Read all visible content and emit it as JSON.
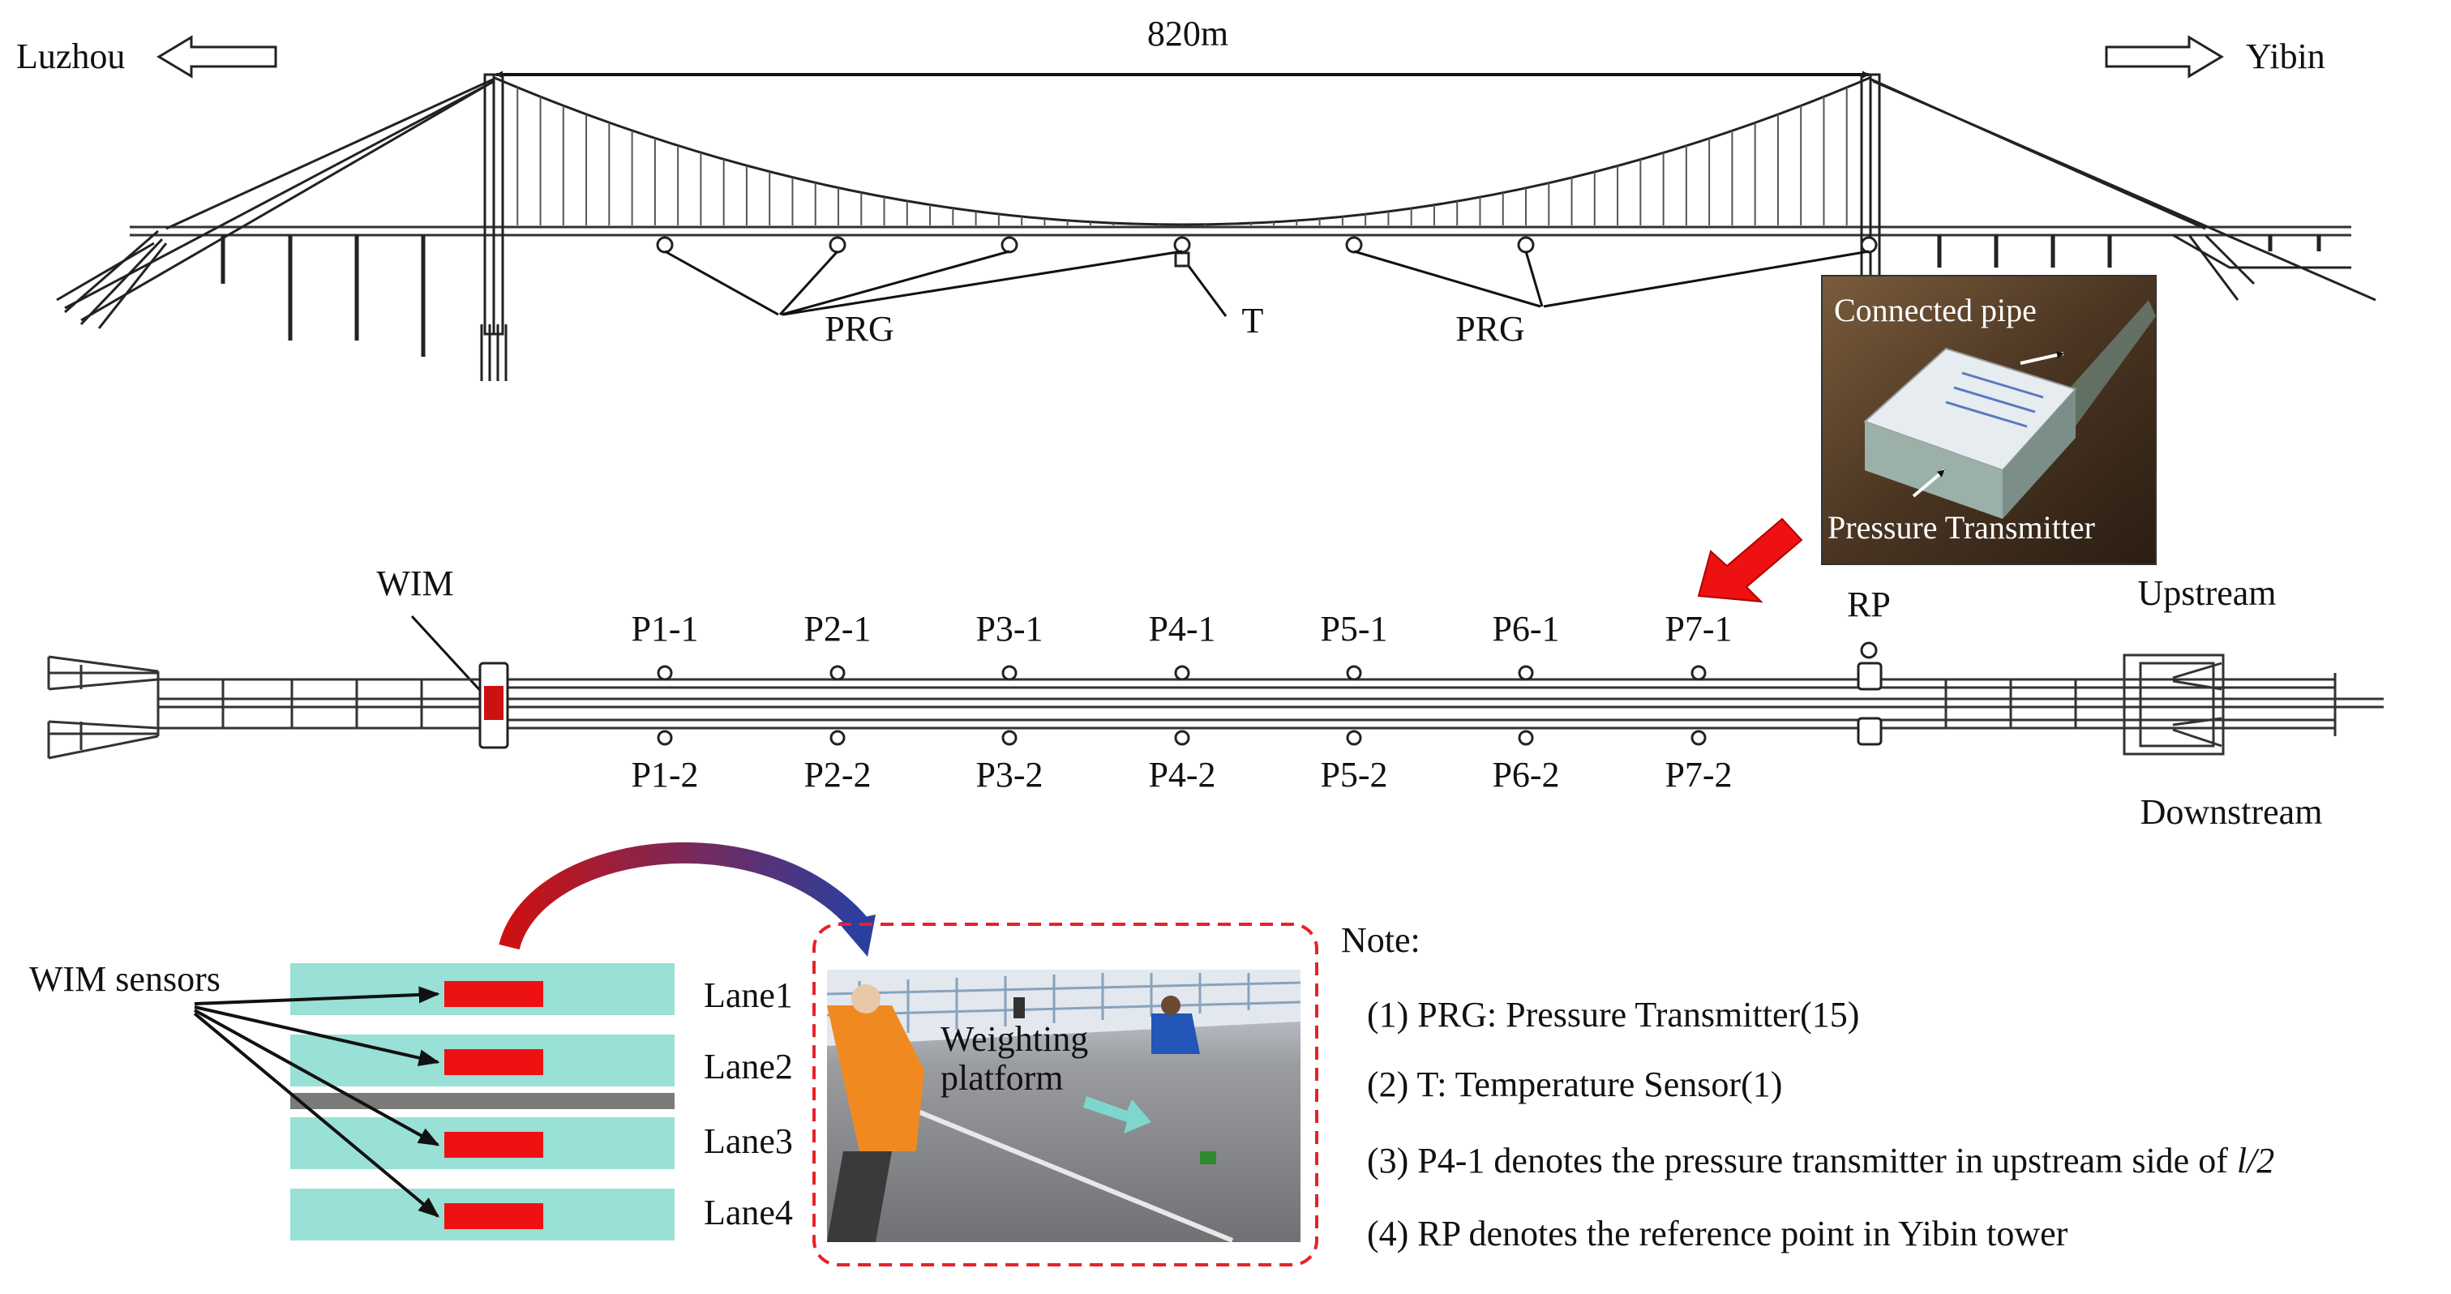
{
  "elevation": {
    "left_city": "Luzhou",
    "right_city": "Yibin",
    "span": "820m",
    "prg_label_left": "PRG",
    "prg_label_right": "PRG",
    "temp_label": "T"
  },
  "inset_photo": {
    "pipe_label": "Connected pipe",
    "transmitter_label": "Pressure Transmitter"
  },
  "plan": {
    "wim_label": "WIM",
    "rp_label": "RP",
    "upstream": "Upstream",
    "downstream": "Downstream",
    "upstream_points": [
      "P1-1",
      "P2-1",
      "P3-1",
      "P4-1",
      "P5-1",
      "P6-1",
      "P7-1"
    ],
    "downstream_points": [
      "P1-2",
      "P2-2",
      "P3-2",
      "P4-2",
      "P5-2",
      "P6-2",
      "P7-2"
    ]
  },
  "wim": {
    "sensors_label": "WIM sensors",
    "lanes": [
      "Lane1",
      "Lane2",
      "Lane3",
      "Lane4"
    ],
    "platform_label_line1": "Weighting",
    "platform_label_line2": "platform"
  },
  "notes": {
    "title": "Note:",
    "items": [
      "(1)  PRG:  Pressure Transmitter(15)",
      "(2)  T:  Temperature Sensor(1)",
      "(3)  P4-1 denotes the pressure transmitter in upstream side of ",
      "(4)  RP denotes the reference point in Yibin tower"
    ],
    "item3_math": "l/2"
  },
  "colors": {
    "lane": "#99e0d6",
    "sensor": "#ee1111",
    "pointer_arrow": "#ee1111",
    "curved_arrow": "#cc1111",
    "dashed_frame": "#e8212a",
    "photo_arrow": "#7fd6cc"
  }
}
